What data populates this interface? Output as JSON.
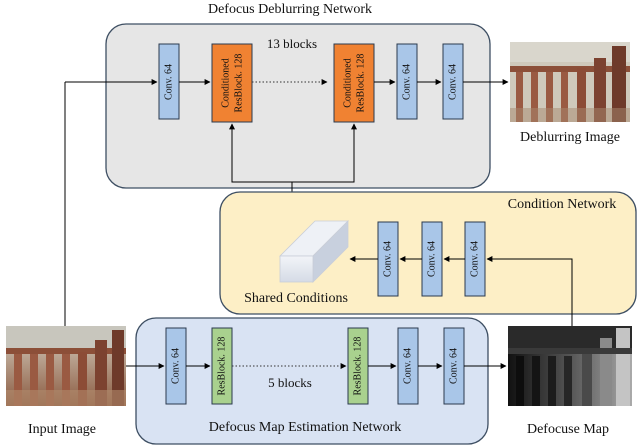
{
  "networks": {
    "deblurring": {
      "title": "Defocus Deblurring Network",
      "blocks_label": "13 blocks"
    },
    "condition": {
      "title": "Condition Network"
    },
    "estimation": {
      "title": "Defocus Map Estimation Network",
      "blocks_label": "5 blocks"
    }
  },
  "blocks": {
    "conv": "Conv. 64",
    "cond_resblock_line1": "Conditioned",
    "cond_resblock_line2": "ResBlock. 128",
    "resblock": "ResBlock. 128"
  },
  "labels": {
    "input_image": "Input Image",
    "deblurring_image": "Deblurring Image",
    "defocus_map": "Defocuse Map",
    "shared_conditions": "Shared Conditions"
  },
  "colors": {
    "deblur_bg": "#e6e6e6",
    "deblur_border": "#3e4f63",
    "condition_bg": "#fdefc6",
    "condition_border": "#3e4f63",
    "estimation_bg": "#d9e3f3",
    "estimation_border": "#3e4f63",
    "conv_block": "#a9c6e8",
    "cond_resblock": "#f08232",
    "resblock": "#a9d18e"
  }
}
